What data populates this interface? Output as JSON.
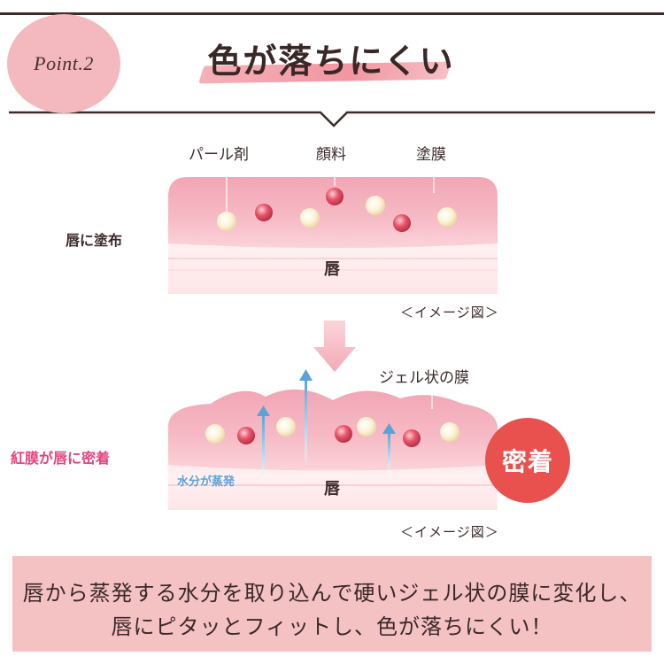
{
  "header": {
    "point_label": "Point.2",
    "title": "色が落ちにくい"
  },
  "diagram_top": {
    "labels": {
      "pearl": "パール剤",
      "pigment": "顔料",
      "film": "塗膜"
    },
    "side_label": "唇に塗布",
    "lip_label": "唇",
    "caption": "＜イメージ図＞"
  },
  "diagram_bottom": {
    "gel_label": "ジェル状の膜",
    "side_label": "紅膜が唇に密着",
    "evaporation_label": "水分が蒸発",
    "lip_label": "唇",
    "badge": "密着",
    "caption": "＜イメージ図＞"
  },
  "footer": {
    "line1": "唇から蒸発する水分を取り込んで硬いジェル状の膜に変化し、",
    "line2": "唇にピタッとフィットし、色が落ちにくい！"
  },
  "colors": {
    "pink_badge": "#f3b9be",
    "red_badge": "#e8514e",
    "accent_pink_text": "#e5447d",
    "water_blue": "#5aa3d8",
    "footer_bg": "#f5c2c4"
  }
}
